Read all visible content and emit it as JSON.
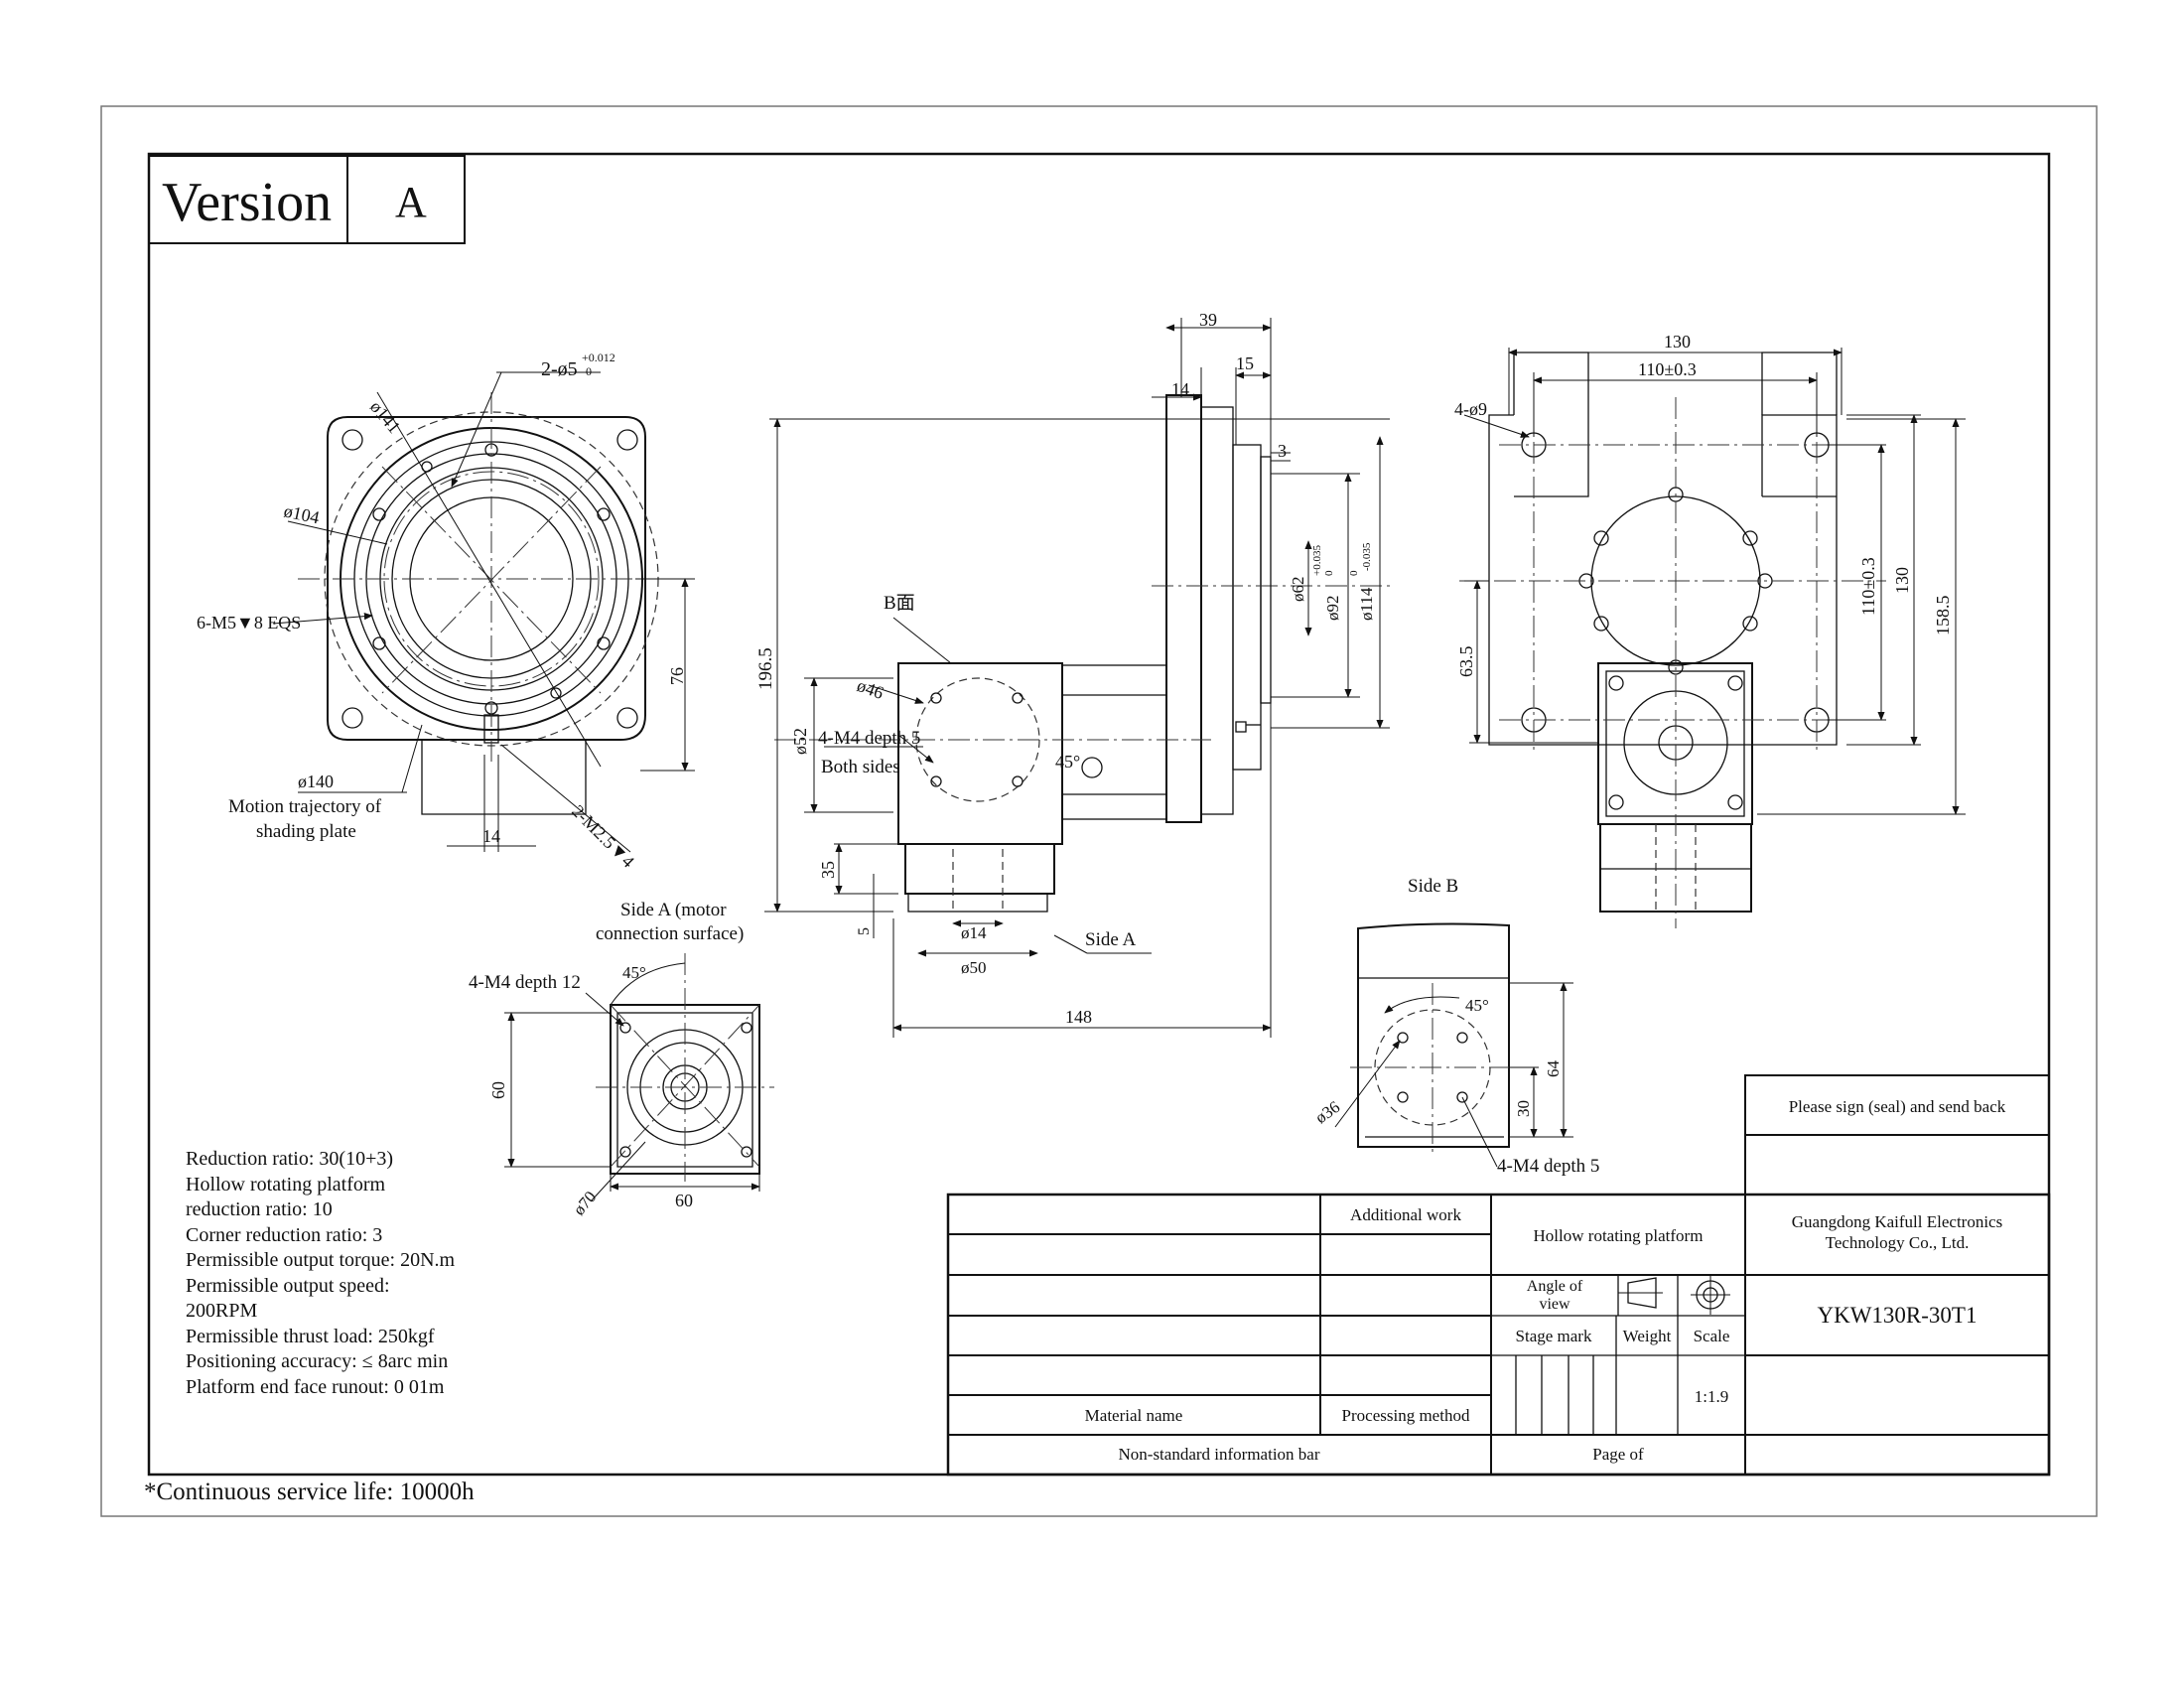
{
  "version": {
    "label": "Version",
    "value": "A"
  },
  "views": {
    "front": {
      "d141": "ø141",
      "d5": "2-ø5",
      "d5_tol_up": "+0.012",
      "d5_tol_low": "0",
      "d104": "ø104",
      "m5": "6-M5▼8 EQS",
      "d76": "76",
      "d140": "ø140",
      "trajectory_line1": "Motion trajectory of",
      "trajectory_line2": "shading plate",
      "d14": "14",
      "m25": "2-M2.5▼4"
    },
    "side": {
      "d39": "39",
      "d14": "14",
      "d15": "15",
      "d3": "3",
      "d1965": "196.5",
      "bface": "B面",
      "d46": "ø46",
      "m4": "4-M4 depth 5",
      "both": "Both sides",
      "d52": "ø52",
      "a45": "45°",
      "d62": "ø62",
      "d92": "ø92",
      "d92_tol_up": "+0.035",
      "d92_tol_low": "0",
      "d114": "ø114",
      "d114_tol_up": "0",
      "d114_tol_low": "-0.035",
      "d35": "35",
      "d5": "5",
      "d14b": "ø14",
      "d50": "ø50",
      "side_a": "Side A",
      "d148": "148"
    },
    "right": {
      "d130": "130",
      "d110": "110±0.3",
      "h9": "4-ø9",
      "d635": "63.5",
      "v110": "110±0.3",
      "v130": "130",
      "v1585": "158.5"
    },
    "side_a": {
      "title_line1": "Side A (motor",
      "title_line2": "connection surface)",
      "m4": "4-M4 depth 12",
      "a45": "45°",
      "d60v": "60",
      "d60h": "60",
      "d70": "ø70"
    },
    "side_b": {
      "title": "Side B",
      "a45": "45°",
      "d64": "64",
      "d30": "30",
      "d36": "ø36",
      "m4": "4-M4 depth 5"
    }
  },
  "specs": [
    "Reduction ratio: 30(10+3)",
    "Hollow rotating platform",
    "reduction ratio: 10",
    "Corner reduction ratio: 3",
    "Permissible output torque: 20N.m",
    "Permissible output speed:",
    "200RPM",
    "Permissible thrust load: 250kgf",
    "Positioning accuracy: ≤ 8arc min",
    "Platform end face runout: 0 01m"
  ],
  "footnote": "*Continuous service life: 10000h",
  "title_block": {
    "sign_back": "Please sign (seal) and send back",
    "additional_work": "Additional work",
    "product_name": "Hollow rotating platform",
    "company_line1": "Guangdong Kaifull Electronics",
    "company_line2": "Technology Co., Ltd.",
    "angle_line1": "Angle of",
    "angle_line2": "view",
    "model": "YKW130R-30T1",
    "stage_mark": "Stage mark",
    "weight": "Weight",
    "scale": "Scale",
    "scale_value": "1:1.9",
    "material_name": "Material name",
    "processing_method": "Processing method",
    "nonstandard": "Non-standard information bar",
    "page_of": "Page of"
  }
}
